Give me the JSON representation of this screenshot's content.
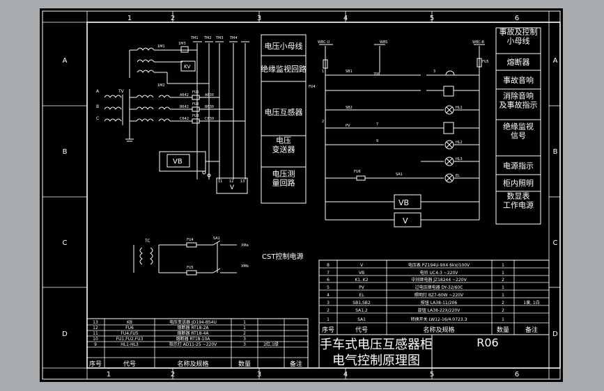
{
  "border": {
    "cols_top": [
      "1",
      "2",
      "3",
      "4",
      "5",
      "6"
    ],
    "cols_bottom": [
      "1",
      "2",
      "3",
      "4",
      "5",
      "6"
    ],
    "rows_left": [
      "A",
      "B",
      "C",
      "D"
    ],
    "rows_right": [
      "A",
      "B",
      "C",
      "D"
    ]
  },
  "pt_circuit": {
    "tv_label": "TV",
    "phase_a": "A",
    "phase_b": "B",
    "phase_c": "C",
    "tops": [
      "1M1",
      "1M3",
      "1M2"
    ],
    "fuse_fu": [
      "FU1",
      "FU2",
      "FU3"
    ],
    "fuse_codes": [
      "A630",
      "B630",
      "C630"
    ],
    "windings": [
      "A642",
      "B642",
      "C642"
    ],
    "kv_label": "KV",
    "vb_label": "VB",
    "v_label": "V",
    "v_terms": [
      "11",
      "12",
      "13"
    ],
    "bus_tags": [
      "TM1",
      "TM2",
      "TM3",
      "TM4"
    ]
  },
  "function_labels_left": [
    "电压小母线",
    "绝缘监视回路",
    "电压互感器",
    "电压\n变送器",
    "电压测\n量回路"
  ],
  "function_labels_right": [
    "事故及控制\n小母线",
    "熔断器",
    "事故音响",
    "消除音响\n及事故指示",
    "绝缘监视\n信号",
    "电源指示",
    "柜内照明",
    "数显表\n工作电源"
  ],
  "control_circuit": {
    "bus_left": "WBC-U",
    "bus_mid": "WBS",
    "bus_right": "WBC-B",
    "fu4": "FU4",
    "fu5": "FU5",
    "fu6": "FU6",
    "sb1": "SB1",
    "sb2": "SB2",
    "pv": "PV",
    "sa1": "SA1",
    "hl_labels": [
      "HL1",
      "HL2",
      "HL3",
      "EL"
    ],
    "vb_label": "VB",
    "v_label": "V",
    "lead_nums": [
      "708",
      "3",
      "1",
      "2",
      "7",
      "9"
    ]
  },
  "cst_circuit": {
    "label": "CST控制电源",
    "tc": "TC",
    "fu4": "FU4",
    "fu5": "FU5",
    "sa": "SA1",
    "out1": "XMa",
    "out2": "XMb"
  },
  "left_bom": {
    "rows": [
      {
        "n": "13",
        "code": "KB",
        "name": "电压变送器 JD194-BS4U",
        "qty": "1",
        "note": ""
      },
      {
        "n": "12",
        "code": "FU6",
        "name": "熔断器 RT18-2A",
        "qty": "1",
        "note": ""
      },
      {
        "n": "11",
        "code": "FU4,FU5",
        "name": "熔断器 RT18-4A",
        "qty": "2",
        "note": ""
      },
      {
        "n": "10",
        "code": "FU1,FU2,FU3",
        "name": "熔断器 RT18-10A",
        "qty": "3",
        "note": ""
      },
      {
        "n": "9",
        "code": "HL1-HL3",
        "name": "指示灯 AD11-25  ~220V",
        "qty": "3",
        "note": "2红,1绿"
      }
    ],
    "header": {
      "n": "序号",
      "code": "代号",
      "name": "名称及规格",
      "qty": "数量",
      "note": "备注"
    }
  },
  "right_bom": {
    "rows": [
      {
        "n": "8",
        "code": "V",
        "name": "电压表 PZ194U-9X4   6kV/100V",
        "qty": "1",
        "note": ""
      },
      {
        "n": "7",
        "code": "VB",
        "name": "电铃 UC4-3  ~220V",
        "qty": "1",
        "note": ""
      },
      {
        "n": "6",
        "code": "K1, K2",
        "name": "中间继电器 JZ18244  ~220V",
        "qty": "2",
        "note": ""
      },
      {
        "n": "5",
        "code": "PV",
        "name": "过电压继电器 DY-32/60C",
        "qty": "1",
        "note": ""
      },
      {
        "n": "4",
        "code": "EL",
        "name": "照明灯 BZ7-60W  ~220V",
        "qty": "1",
        "note": ""
      },
      {
        "n": "3",
        "code": "SB1,SB2",
        "name": "按钮 LA38-11/206",
        "qty": "2",
        "note": "1黄, 1白"
      },
      {
        "n": "2",
        "code": "SA1,2",
        "name": "旋钮 LA38-22X/220V",
        "qty": "2",
        "note": ""
      },
      {
        "n": "1",
        "code": "SA1",
        "name": "转换开关 LW12-16/4.0723.3",
        "qty": "1",
        "note": ""
      }
    ],
    "header": {
      "n": "序号",
      "code": "代号",
      "name": "名称及规格",
      "qty": "数量",
      "note": "备注"
    }
  },
  "title_block": {
    "title_line1": "手车式电压互感器柜",
    "title_line2": "电气控制原理图",
    "drawing_no": "R06"
  }
}
